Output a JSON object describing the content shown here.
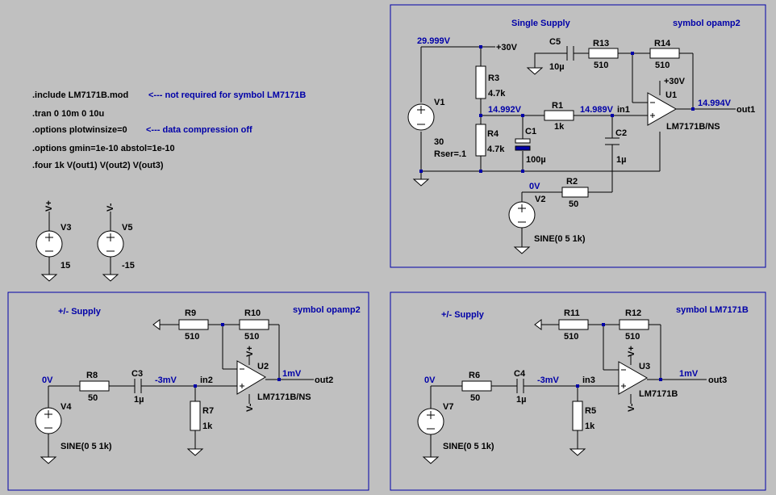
{
  "directives": {
    "include": ".include LM7171B.mod",
    "include_note": "<--- not required for symbol LM7171B",
    "tran": ".tran 0 10m 0 10u",
    "options1": ".options plotwinsize=0",
    "options1_note": "<--- data compression off",
    "options2": ".options gmin=1e-10 abstol=1e-10",
    "four": ".four 1k V(out1) V(out2) V(out3)"
  },
  "supplies": {
    "v3": {
      "name": "V3",
      "value": "15",
      "net": "V+"
    },
    "v5": {
      "name": "V5",
      "value": "-15",
      "net": "V-"
    }
  },
  "circuit1": {
    "title": "Single Supply",
    "symbol_label": "symbol opamp2",
    "v1": {
      "name": "V1",
      "value": "30",
      "param": "Rser=.1",
      "node_v": "29.999V"
    },
    "rail": "+30V",
    "opamp_rail": "+30V",
    "c5": {
      "name": "C5",
      "value": "10µ"
    },
    "r13": {
      "name": "R13",
      "value": "510"
    },
    "r14": {
      "name": "R14",
      "value": "510"
    },
    "r3": {
      "name": "R3",
      "value": "4.7k"
    },
    "r4": {
      "name": "R4",
      "value": "4.7k"
    },
    "r1": {
      "name": "R1",
      "value": "1k"
    },
    "c1": {
      "name": "C1",
      "value": "100µ"
    },
    "c2": {
      "name": "C2",
      "value": "1µ"
    },
    "r2": {
      "name": "R2",
      "value": "50"
    },
    "v2": {
      "name": "V2",
      "value": "SINE(0 5 1k)",
      "node_v": "0V"
    },
    "u1": {
      "name": "U1",
      "model": "LM7171B/NS"
    },
    "node_mid": "14.992V",
    "node_in1": "14.989V",
    "in_label": "in1",
    "node_out": "14.994V",
    "out_label": "out1"
  },
  "circuit2": {
    "title": "+/- Supply",
    "symbol_label": "symbol opamp2",
    "r9": {
      "name": "R9",
      "value": "510"
    },
    "r10": {
      "name": "R10",
      "value": "510"
    },
    "r8": {
      "name": "R8",
      "value": "50"
    },
    "c3": {
      "name": "C3",
      "value": "1µ"
    },
    "r7": {
      "name": "R7",
      "value": "1k"
    },
    "v4": {
      "name": "V4",
      "value": "SINE(0 5 1k)",
      "node_v": "0V"
    },
    "u2": {
      "name": "U2",
      "model": "LM7171B/NS"
    },
    "node_in": "-3mV",
    "in_label": "in2",
    "node_out": "1mV",
    "out_label": "out2",
    "vplus": "V+",
    "vminus": "V-"
  },
  "circuit3": {
    "title": "+/- Supply",
    "symbol_label": "symbol LM7171B",
    "r11": {
      "name": "R11",
      "value": "510"
    },
    "r12": {
      "name": "R12",
      "value": "510"
    },
    "r6": {
      "name": "R6",
      "value": "50"
    },
    "c4": {
      "name": "C4",
      "value": "1µ"
    },
    "r5": {
      "name": "R5",
      "value": "1k"
    },
    "v7": {
      "name": "V7",
      "value": "SINE(0 5 1k)",
      "node_v": "0V"
    },
    "u3": {
      "name": "U3",
      "model": "LM7171B"
    },
    "node_in": "-3mV",
    "in_label": "in3",
    "node_out": "1mV",
    "out_label": "out3",
    "vplus": "V+",
    "vminus": "V-"
  },
  "colors": {
    "background": "#c0c0c0",
    "annotation": "#0000a8",
    "wire": "#000000"
  }
}
